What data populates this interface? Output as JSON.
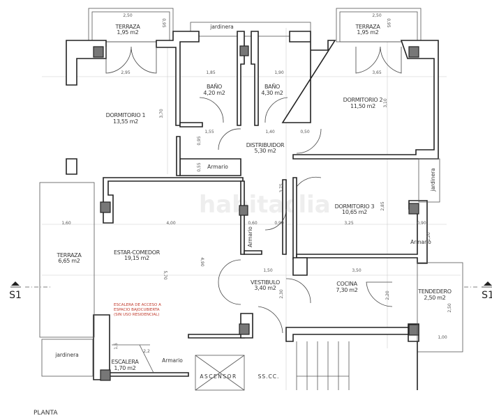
{
  "watermark": "habitaclia",
  "title": "PLANTA",
  "section_marker": "S1",
  "rooms": [
    {
      "name": "TERRAZA",
      "area": "1,95 m2"
    },
    {
      "name": "TERRAZA",
      "area": "1,95 m2"
    },
    {
      "name": "BAÑO",
      "area": "4,20 m2"
    },
    {
      "name": "BAÑO",
      "area": "4,30 m2"
    },
    {
      "name": "DORMITORIO 1",
      "area": "13,55 m2"
    },
    {
      "name": "DORMITORIO 2",
      "area": "11,50 m2"
    },
    {
      "name": "DISTRIBUIDOR",
      "area": "5,30 m2"
    },
    {
      "name": "DORMITORIO 3",
      "area": "10,65 m2"
    },
    {
      "name": "TERRAZA",
      "area": "6,65 m2"
    },
    {
      "name": "ESTAR-COMEDOR",
      "area": "19,15  m2"
    },
    {
      "name": "VESTIBULO",
      "area": "3,40  m2"
    },
    {
      "name": "COCINA",
      "area": "7,30 m2"
    },
    {
      "name": "TENDEDERO",
      "area": "2,50 m2"
    },
    {
      "name": "ESCALERA",
      "area": "1,70 m2"
    }
  ],
  "labels": {
    "jardinera": "jardinera",
    "armario": "Armario",
    "ascensor": "ASCENSOR",
    "sscc": "SS.CC."
  },
  "stair_note": [
    "ESCALERA DE ACCESO A",
    "ESPACIO BAJOCUBIERTA",
    "(SIN USO RESIDENCIAL)"
  ],
  "dimensions": [
    "2,50",
    "0,95",
    "2,50",
    "0,95",
    "2,95",
    "1,85",
    "1,90",
    "3,70",
    "1,55",
    "1,40",
    "0,50",
    "0,95",
    "0,55",
    "3,65",
    "3,10",
    "3,75",
    "2,85",
    "1,60",
    "4,00",
    "0,60",
    "0,90",
    "3,25",
    "0,90",
    "1,20",
    "4,90",
    "5,70",
    "1,50",
    "3,50",
    "2,30",
    "2,20",
    "2,50",
    "1,00",
    "1,5",
    "2,2"
  ],
  "colors": {
    "walls": "#222222",
    "columns": "#777777",
    "note": "#c0392b"
  }
}
